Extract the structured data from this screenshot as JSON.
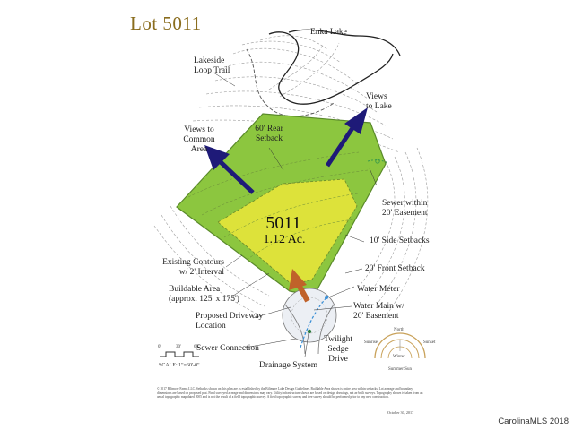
{
  "title": "Lot 5011",
  "lot": {
    "number": "5011",
    "area": "1.12 Ac."
  },
  "labels": {
    "enka_lake": "Enka Lake",
    "lakeside_trail": [
      "Lakeside",
      "Loop Trail"
    ],
    "views_lake": [
      "Views",
      "to Lake"
    ],
    "views_common": [
      "Views to",
      "Common",
      "Area"
    ],
    "rear_setback": [
      "60' Rear",
      "Setback"
    ],
    "sewer_easement": [
      "Sewer within",
      "20' Easement"
    ],
    "side_setbacks": "10' Side Setbacks",
    "contours": [
      "Existing Contours",
      "w/ 2' Interval"
    ],
    "buildable": [
      "Buildable Area",
      "(approx. 125' x 175')"
    ],
    "front_setback": "20' Front Setback",
    "water_meter": "Water Meter",
    "water_main": [
      "Water Main w/",
      "20' Easement"
    ],
    "driveway": [
      "Proposed Driveway",
      "Location"
    ],
    "sewer_connection": "Sewer Connection",
    "twilight": [
      "Twilight",
      "Sedge",
      "Drive"
    ],
    "drainage": "Drainage System"
  },
  "scale": {
    "text": "SCALE: 1\"=60'-0\"",
    "ticks": [
      "0'",
      "30'",
      "60'"
    ]
  },
  "compass": {
    "north": "North",
    "winter": "Winter",
    "summer": "Summer Sun",
    "east": "Sunrise",
    "west": "Sunset"
  },
  "footer": {
    "notes": "© 2017 Biltmore Farms LLC. Setbacks shown on this plan are as established by the Biltmore Lake Design Guidelines. Buildable Area shown is entire area within setbacks. Lot acreage and boundary dimensions are based on proposed plat. Final surveyed acreage and dimensions may vary. Utility/infrastructure shown are based on design drawings, not as-built surveys. Topography shown is taken from an aerial topographic map dated 2005 and is not the result of a field topographic survey. A field topographic survey and tree survey should be performed prior to any new construction.",
    "date": "October 30, 2017"
  },
  "watermark": "CarolinaMLS 2018",
  "colors": {
    "lot_green": "#8cc63f",
    "buildable_yellow": "#dde23a",
    "arrow_navy": "#1e1a78",
    "arrow_orange": "#c0622a",
    "title_gold": "#8a6d1e"
  }
}
